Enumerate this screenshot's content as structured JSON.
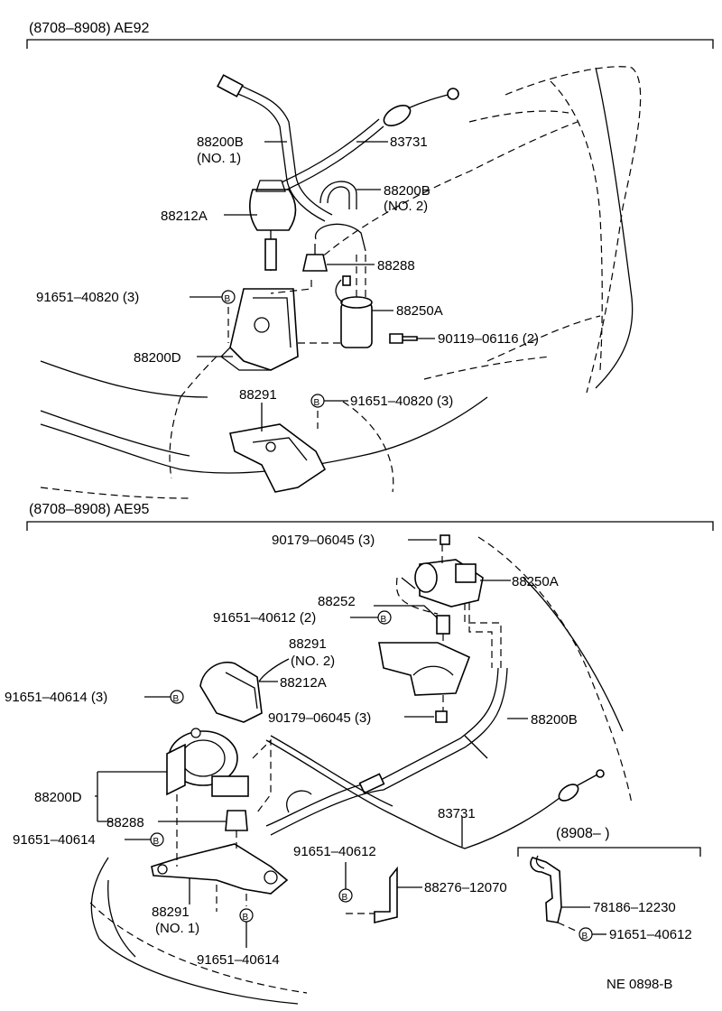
{
  "sections": [
    {
      "title": "(8708–8908) AE92"
    },
    {
      "title": "(8708–8908) AE95"
    },
    {
      "title": "(8908–          )"
    }
  ],
  "labels": {
    "s1": {
      "l_88200b_no1": "88200B",
      "l_no1": "(NO. 1)",
      "l_83731": "83731",
      "l_88200b_no2": "88200B",
      "l_no2": "(NO. 2)",
      "l_88212a": "88212A",
      "l_88288": "88288",
      "l_91651_40820_a": "91651–40820 (3)",
      "l_88250a": "88250A",
      "l_90119": "90119–06116 (2)",
      "l_88200d": "88200D",
      "l_88291": "88291",
      "l_91651_40820_b": "91651–40820 (3)"
    },
    "s2": {
      "l_90179_a": "90179–06045 (3)",
      "l_88250a": "88250A",
      "l_88252": "88252",
      "l_91651_40612_2": "91651–40612 (2)",
      "l_88291_no2": "88291",
      "l_no2": "(NO. 2)",
      "l_88212a": "88212A",
      "l_91651_40614_3": "91651–40614 (3)",
      "l_90179_b": "90179–06045 (3)",
      "l_88200b": "88200B",
      "l_88200d": "88200D",
      "l_88288": "88288",
      "l_83731": "83731",
      "l_91651_40614_a": "91651–40614",
      "l_91651_40612": "91651–40612",
      "l_88276": "88276–12070",
      "l_88291_no1": "88291",
      "l_no1": "(NO. 1)",
      "l_91651_40614_b": "91651–40614"
    },
    "s3": {
      "l_78186": "78186–12230",
      "l_91651_40612": "91651–40612"
    }
  },
  "bolt_symbol": "B",
  "footer": {
    "code": "NE  0898-B"
  }
}
